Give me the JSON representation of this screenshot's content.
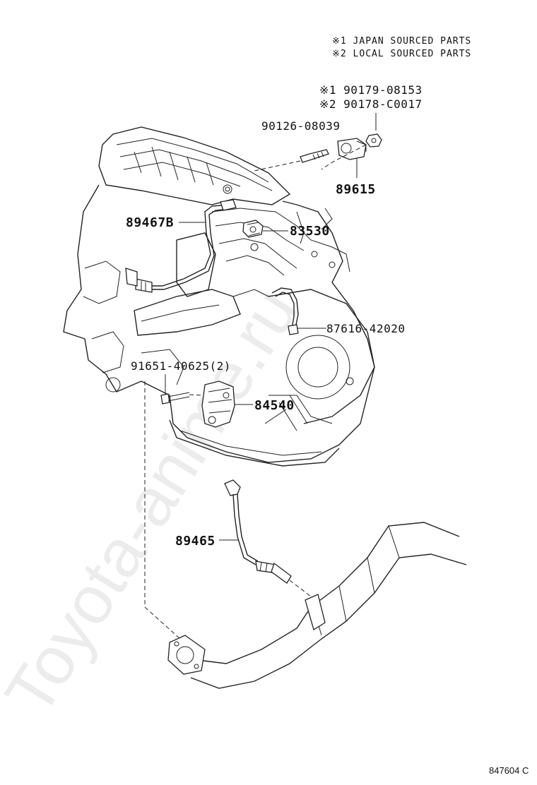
{
  "notes": {
    "note1": "※1 JAPAN SOURCED PARTS",
    "note2": "※2 LOCAL SOURCED PARTS"
  },
  "parts": {
    "p1": "※1 90179-08153",
    "p2": "※2 90178-C0017",
    "p3": "90126-08039",
    "p4": "89615",
    "p5": "89467B",
    "p6": "83530",
    "p7": "87616-42020",
    "p8": "91651-40625(2)",
    "p9": "84540",
    "p10": "89465"
  },
  "watermark": "Toyota-anime.ru",
  "diagram_code": "847604 C"
}
